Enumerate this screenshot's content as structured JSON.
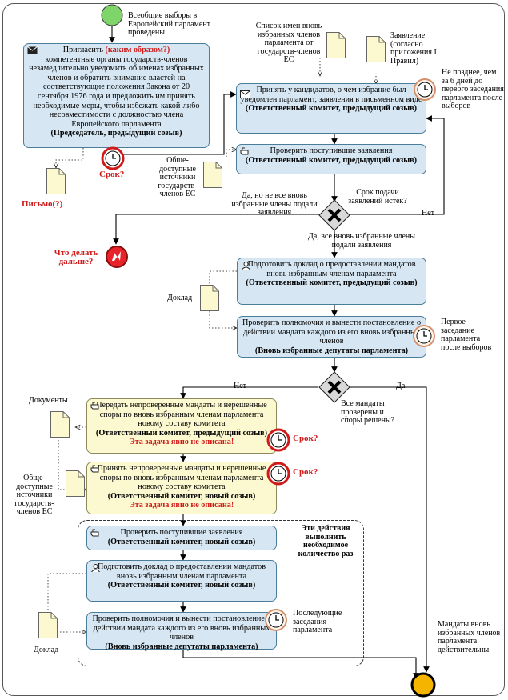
{
  "start_event": {
    "label": "Всеобщие выборы в Европейский парламент проведены"
  },
  "invite_task": {
    "line1_prefix": "Пригласить",
    "line1_question": "(каким образом?)",
    "body": "компетентные органы государств-членов незамедлительно уведомить об именах избранных членов и обратить внимание властей на соответствующие положения Закона от 20 сентября 1976 года и предложить им принять необходимые меры, чтобы избежать какой-либо несовместимости с должностью члена Европейского парламента",
    "role": "(Председатель, предыдущий созыв)"
  },
  "invite_timer": {
    "label": "Срок?"
  },
  "letter_doc": {
    "label": "Письмо(?)"
  },
  "names_list_doc": {
    "label": "Список имен вновь избранных членов парламента от государств-членов ЕС"
  },
  "statement_doc": {
    "label": "Заявление (согласно приложения I Правил)"
  },
  "accept_task": {
    "text": "Принять у кандидатов, о чем избрание был уведомлен парламент, заявления в письменном виде",
    "role": "(Ответственный комитет, предыдущий созыв)"
  },
  "accept_timer": {
    "label": "Не позднее, чем за 6 дней до первого заседания парламента после выборов"
  },
  "public_sources_top": {
    "label": "Обще-доступные источники государств-членов ЕС"
  },
  "check_task": {
    "text": "Проверить поступившие заявления",
    "role": "(Ответственный комитет, предыдущий созыв)"
  },
  "gateway1": {
    "question": "Срок подачи заявлений истек?",
    "branch_not_all": "Да, но не все вновь избранные члены подали заявления",
    "branch_no": "Нет",
    "branch_all": "Да, все вновь избранные члены подали заявления"
  },
  "error_event": {
    "label": "Что делать дальше?"
  },
  "report_task": {
    "text": "Подготовить доклад о предоставлении мандатов вновь избранным членам парламента",
    "role": "(Ответственный комитет, предыдущий созыв)"
  },
  "report_doc": {
    "label": "Доклад"
  },
  "verify_task": {
    "text": "Проверить полномочия и вынести постановление о действии мандата каждого из его вновь избранных членов",
    "role": "(Вновь избранные депутаты парламента)"
  },
  "verify_timer": {
    "label": "Первое заседание парламента после выборов"
  },
  "gateway2": {
    "question": "Все мандаты проверены и споры решены?",
    "branch_no": "Нет",
    "branch_yes": "Да"
  },
  "documents_doc": {
    "label": "Документы"
  },
  "transfer_task": {
    "text": "Передать непроверенные мандаты и нерешенные споры по вновь избранным членам парламента новому составу комитета",
    "role": "(Ответственный комитет, предыдущий созыв)",
    "warning": "Эта задача явно не описана!"
  },
  "transfer_timer": {
    "label": "Срок?"
  },
  "public_sources_bottom": {
    "label": "Обще-доступные источники государств-членов ЕС"
  },
  "receive_task": {
    "text": "Принять непроверенные мандаты и нерешенные споры по вновь избранным членам парламента новому составу комитета",
    "role": "(Ответственный комитет, новый созыв)",
    "warning": "Эта задача явно не описана!"
  },
  "receive_timer": {
    "label": "Срок?"
  },
  "loop_group": {
    "note": "Эти действия выполнить необходимое количество раз"
  },
  "check_task2": {
    "text": "Проверить поступившие заявления",
    "role": "(Ответственный комитет, новый созыв)"
  },
  "report_task2": {
    "text": "Подготовить доклад о предоставлении мандатов вновь избранным членам парламента",
    "role": "(Ответственный комитет, новый созыв)"
  },
  "report_doc2": {
    "label": "Доклад"
  },
  "verify_task2": {
    "text": "Проверить полномочия и вынести постановление о действии мандата каждого из его вновь избранных членов",
    "role": "(Вновь избранные депутаты парламента)"
  },
  "verify_timer2": {
    "label": "Последующие заседания парламента"
  },
  "end_event": {
    "label": "Мандаты вновь избранных членов парламента действительны"
  },
  "colors": {
    "task_fill": "#d6e7f3",
    "task_border": "#4a7d9a",
    "warning_task_fill": "#fcf8cf",
    "start_fill": "#7fd46a",
    "end_fill": "#f5b400",
    "accent_red": "#d11a1a",
    "error_fill": "#e8232a"
  }
}
